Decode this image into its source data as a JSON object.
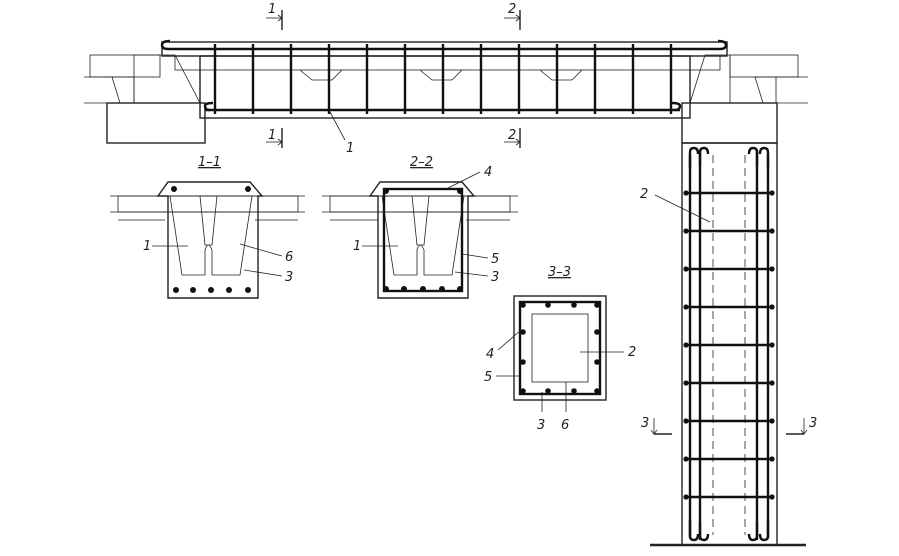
{
  "diagram": {
    "section_marks": {
      "cut_1": "1",
      "cut_2": "2",
      "cut_3": "3"
    },
    "section_titles": {
      "s11": "1–1",
      "s22": "2–2",
      "s33": "3–3"
    },
    "callouts": {
      "beam_1": "1",
      "column_2": "2",
      "s11_1": "1",
      "s11_6": "6",
      "s11_3": "3",
      "s22_4": "4",
      "s22_1": "1",
      "s22_5": "5",
      "s22_3": "3",
      "s33_4": "4",
      "s33_2": "2",
      "s33_5": "5",
      "s33_3": "3",
      "s33_6": "6"
    }
  }
}
